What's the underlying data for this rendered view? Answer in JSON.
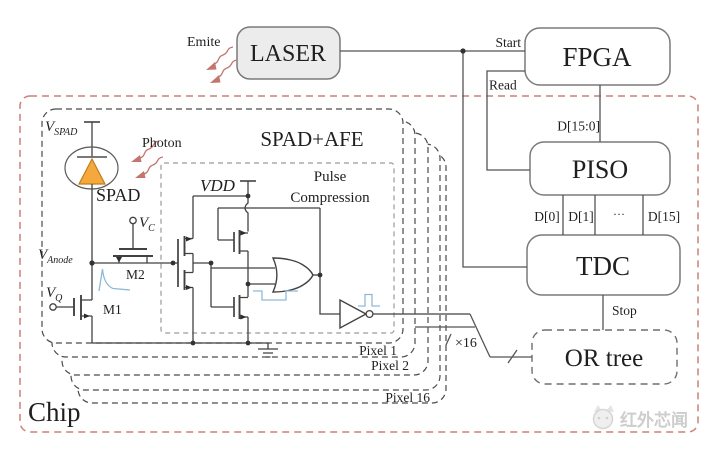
{
  "blocks": {
    "laser": "LASER",
    "fpga": "FPGA",
    "piso": "PISO",
    "tdc": "TDC",
    "or_tree": "OR tree"
  },
  "chip": {
    "label": "Chip",
    "array_title": "SPAD+AFE",
    "pixel1": "Pixel 1",
    "pixel2": "Pixel 2",
    "pixel16": "Pixel 16"
  },
  "pulse_block": {
    "line1": "Pulse",
    "line2": "Compression",
    "vdd": "VDD"
  },
  "signals": {
    "emite": "Emite",
    "photon": "Photon",
    "start": "Start",
    "read": "Read",
    "bus": "D[15:0]",
    "d0": "D[0]",
    "d1": "D[1]",
    "ellipsis": "···",
    "d15": "D[15]",
    "stop": "Stop",
    "x16": "×16"
  },
  "devices": {
    "v": "V",
    "sub_spad": "SPAD",
    "sub_anode": "Anode",
    "sub_q": "Q",
    "sub_c": "C",
    "spad_name": "SPAD",
    "m1": "M1",
    "m2": "M2"
  },
  "watermark": {
    "text": "红外芯闻"
  },
  "colors": {
    "chip_border": "#cc8078",
    "pixel_dash": "#4a4a4a",
    "inner_dash": "#9a9a9a",
    "block_border": "#7a7a7a",
    "wire": "#424242",
    "waveform_blue": "#8fb9da",
    "spad_fill": "#f5a93d",
    "spad_stroke": "#bf7d1e",
    "photon_arrow": "#c4756e",
    "watermark_gray": "#cdcdcd"
  }
}
